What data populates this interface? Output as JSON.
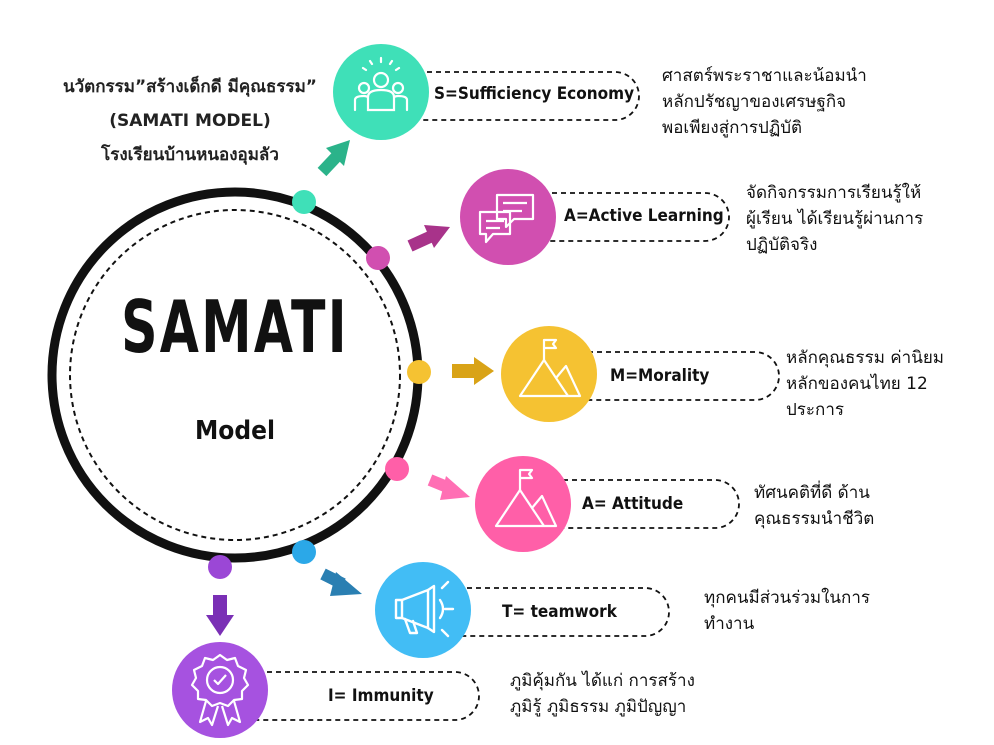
{
  "header": {
    "line1": "นวัตกรรม”สร้างเด็กดี มีคุณธรรม”",
    "line2": "(SAMATI MODEL)",
    "line3": "โรงเรียนบ้านหนองอุมลัว"
  },
  "center": {
    "title": "SAMATI",
    "subtitle": "Model"
  },
  "colors": {
    "s": "#3fe0b8",
    "a1": "#d14fb0",
    "m": "#f5c232",
    "a2": "#ff5fa8",
    "t": "#2ba8e8",
    "i": "#9b47d6",
    "s_arrow": "#2bb38a",
    "a1_arrow": "#a8338a",
    "m_arrow": "#d9a317",
    "a2_arrow": "#ff6fb4",
    "t_arrow": "#2a7fb2",
    "i_arrow": "#7a2fb5"
  },
  "items": [
    {
      "label": "S=Sufficiency Economy",
      "icon": "people-group-icon",
      "desc": [
        "ศาสตร์พระราชาและน้อมนำ",
        "หลักปรัชญาของเศรษฐกิจ",
        "พอเพียงสู่การปฏิบัติ"
      ]
    },
    {
      "label": "A=Active Learning",
      "icon": "chat-bubbles-icon",
      "desc": [
        "จัดกิจกรรมการเรียนรู้ให้",
        "ผู้เรียน ได้เรียนรู้ผ่านการ",
        "ปฏิบัติจริง"
      ]
    },
    {
      "label": "M=Morality",
      "icon": "mountain-flag-icon",
      "desc": [
        "หลักคุณธรรม ค่านิยม",
        "หลักของคนไทย 12",
        "ประการ"
      ]
    },
    {
      "label": "A= Attitude",
      "icon": "mountain-flag-icon",
      "desc": [
        "ทัศนคติที่ดี ด้าน",
        "คุณธรรมนำชีวิต"
      ]
    },
    {
      "label": "T= teamwork",
      "icon": "megaphone-icon",
      "desc": [
        "ทุกคนมีส่วนร่วมในการ",
        "ทำงาน"
      ]
    },
    {
      "label": "I= Immunity",
      "icon": "award-badge-icon",
      "desc": [
        "ภูมิคุ้มกัน ได้แก่ การสร้าง",
        "ภูมิรู้ ภูมิธรรม ภูมิปัญญา"
      ]
    }
  ]
}
